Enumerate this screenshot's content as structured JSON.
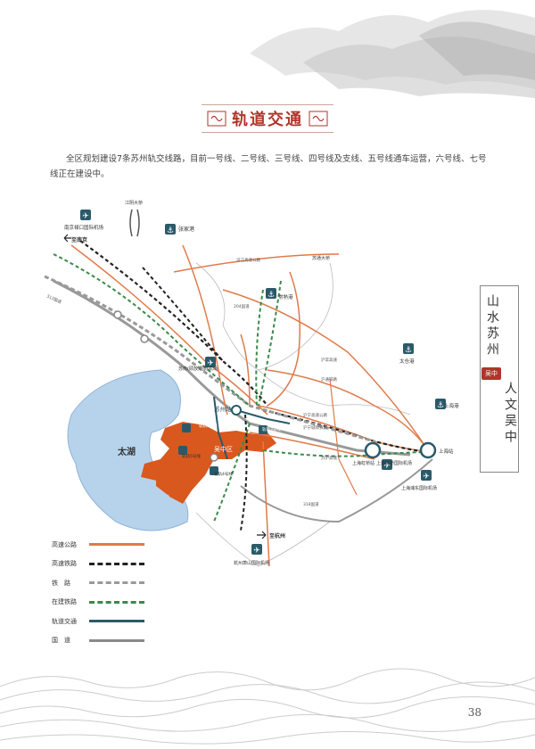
{
  "title": "轨道交通",
  "intro": "全区规划建设7条苏州轨交线路，目前一号线、二号线、三号线、四号线及支线、五号线通车运营，六号线、七号线正在建设中。",
  "side_banner": {
    "col1": "山水苏州",
    "tag": "吴中",
    "col2": "人文吴中"
  },
  "page_number": "38",
  "legend": [
    {
      "label": "高速公路",
      "color": "#e07a4a",
      "style": "solid"
    },
    {
      "label": "高速铁路",
      "color": "#222222",
      "style": "dashed"
    },
    {
      "label": "铁　路",
      "color": "#9a9a9a",
      "style": "dashed"
    },
    {
      "label": "在建铁路",
      "color": "#3a8a4a",
      "style": "dashed"
    },
    {
      "label": "轨道交通",
      "color": "#2a5a6a",
      "style": "solid"
    },
    {
      "label": "国　道",
      "color": "#8a8a8a",
      "style": "solid"
    }
  ],
  "map": {
    "lake_label": "太湖",
    "district_label": "吴中区",
    "suzhou_station": "苏州站",
    "places": {
      "nanjing_airport": "南京禄口国际机场",
      "to_nanjing": "至南京",
      "jiangyin_bridge": "江阴大桥",
      "zhangjiagang": "张家港",
      "sutong_bridge": "苏通大桥",
      "changshu_port": "常熟港",
      "taicang_port": "太仓港",
      "shuofang_airport": "苏南(硕放)国际机场",
      "hongqiao_station": "上海虹桥站",
      "hongqiao_airport": "上海虹桥国际机场",
      "shanghai_station": "上海站",
      "shanghai_port": "上海港",
      "pudong_airport": "上海浦东国际机场",
      "to_hangzhou": "至杭州",
      "xiaoshan_airport": "杭州萧山国际机场"
    },
    "roads": {
      "g312": "312国道",
      "g204": "204国道",
      "g318": "318国道",
      "yanjiang": "沿江高速公路",
      "sujiahang": "苏嘉杭高速",
      "huning": "沪宁高速公路",
      "hurong_rail": "沪宁城际铁路",
      "hutong_rail": "沪通铁路",
      "suhu": "苏沪高速",
      "huchang": "沪常高速",
      "jinghu_rail": "京沪高速铁路",
      "tongsu_rail": "通苏嘉甬铁路"
    },
    "metro_labels": {
      "m1": "轨轨1号线",
      "m3": "轨轨3号线",
      "m4": "轨轨4号线",
      "m5": "轨轨5号线",
      "m2": "轨轨2号线"
    }
  }
}
